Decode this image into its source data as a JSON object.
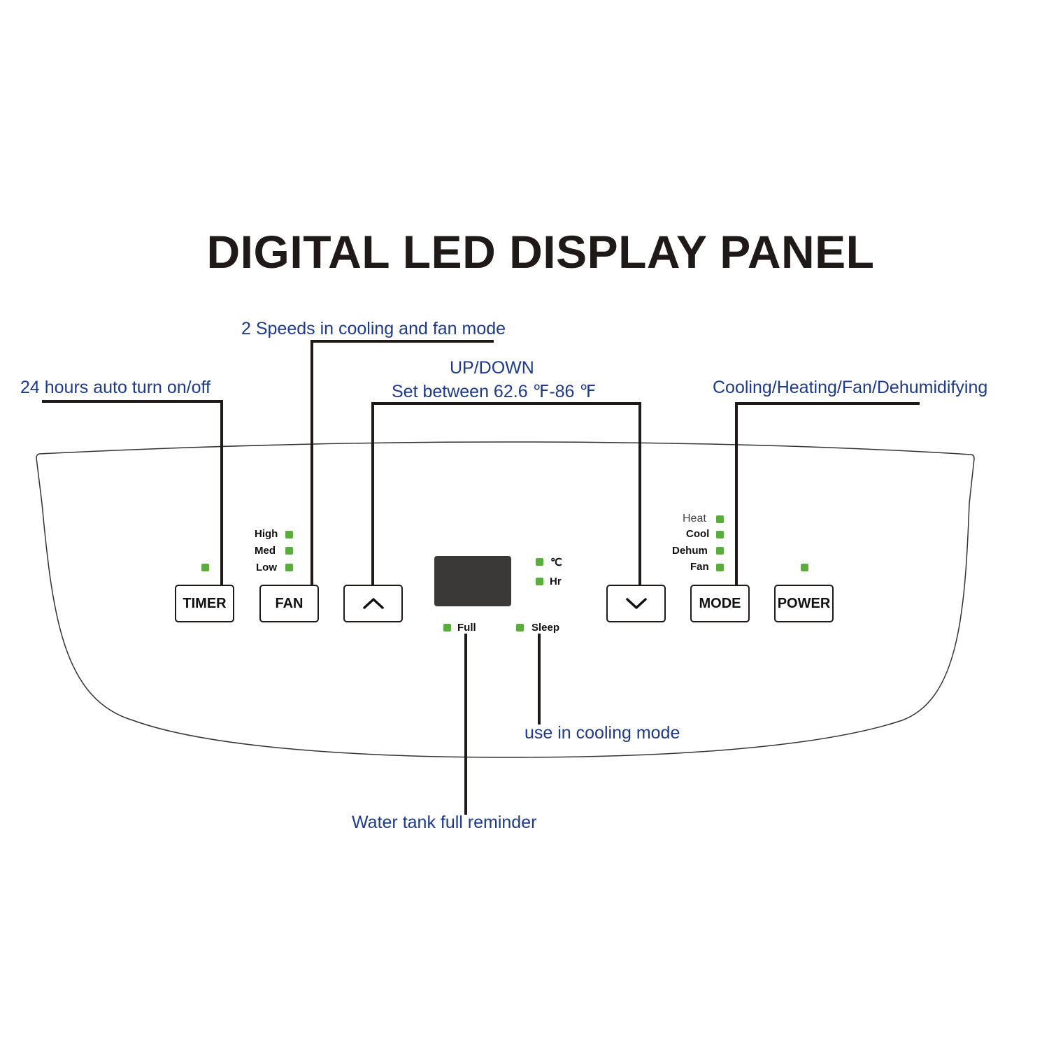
{
  "title": "DIGITAL LED DISPLAY PANEL",
  "colors": {
    "annotation_text": "#1e3a8a",
    "led": "#5aac3c",
    "display": "#3b3838",
    "outline": "#1f1a17"
  },
  "annotations": {
    "timer": "24 hours auto turn on/off",
    "fan": "2 Speeds in cooling and fan mode",
    "updown_title": "UP/DOWN",
    "updown_range": "Set between 62.6 ℉-86 ℉",
    "mode": "Cooling/Heating/Fan/Dehumidifying",
    "sleep": "use in cooling mode",
    "full": "Water tank full reminder"
  },
  "buttons": {
    "timer": "TIMER",
    "fan": "FAN",
    "up_icon": "chevron-up-icon",
    "down_icon": "chevron-down-icon",
    "mode": "MODE",
    "power": "POWER"
  },
  "indicators": {
    "fan_speeds": [
      "High",
      "Med",
      "Low"
    ],
    "modes": [
      "Heat",
      "Cool",
      "Dehum",
      "Fan"
    ],
    "units": [
      "℃",
      "Hr"
    ],
    "full": "Full",
    "sleep": "Sleep"
  }
}
